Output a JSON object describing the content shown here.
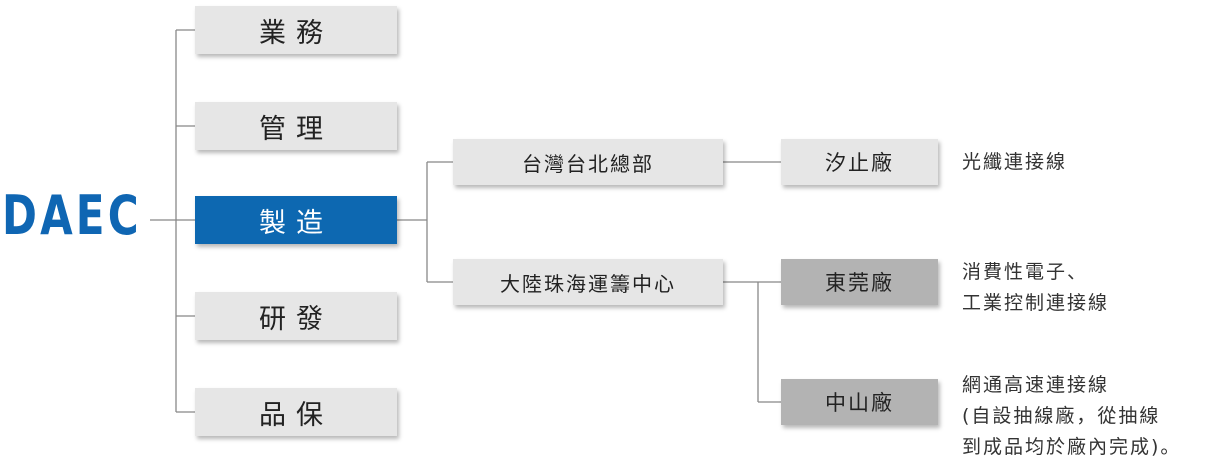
{
  "logo": "DAEC",
  "departments": [
    "業務",
    "管理",
    "製造",
    "研發",
    "品保"
  ],
  "sites": [
    "台灣台北總部",
    "大陸珠海運籌中心"
  ],
  "plants": [
    "汐止廠",
    "東莞廠",
    "中山廠"
  ],
  "descriptions": {
    "xizhi": [
      "光纖連接線"
    ],
    "dongguan": [
      "消費性電子、",
      "工業控制連接線"
    ],
    "zhongshan": [
      "網通高速連接線",
      "(自設抽線廠，從抽線",
      "到成品均於廠內完成)。"
    ]
  },
  "colors": {
    "brand_blue": "#0f66b3",
    "active_box": "#0d68b1",
    "box_gray": "#e6e6e6",
    "box_dark_gray": "#b3b3b3",
    "line_gray": "#888888"
  }
}
